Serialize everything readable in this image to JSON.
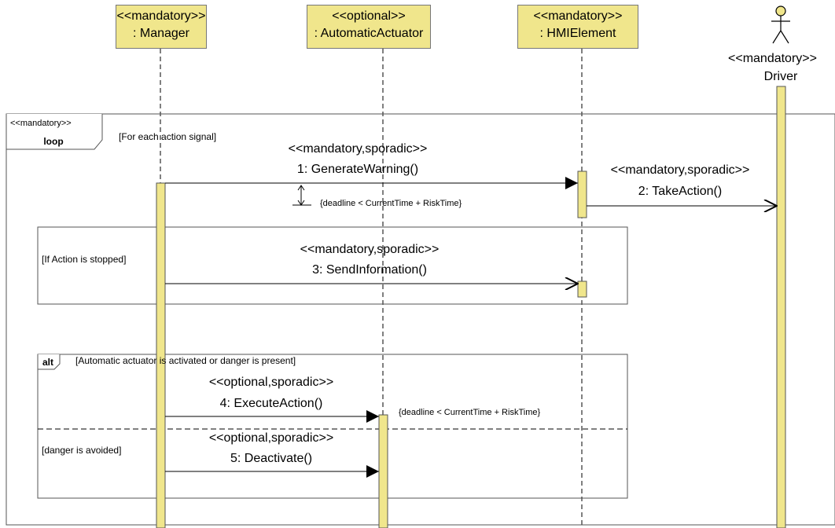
{
  "lifelines": [
    {
      "stereotype": "<<mandatory>>",
      "name": ": Manager"
    },
    {
      "stereotype": "<<optional>>",
      "name": ": AutomaticActuator"
    },
    {
      "stereotype": "<<mandatory>>",
      "name": ": HMIElement"
    }
  ],
  "actor": {
    "stereotype": "<<mandatory>>",
    "name": "Driver"
  },
  "loop_fragment": {
    "stereotype": "<<mandatory>>",
    "operator": "loop",
    "guard": "[For each action signal]"
  },
  "messages": [
    {
      "stereotype": "<<mandatory,sporadic>>",
      "label": "1: GenerateWarning()"
    },
    {
      "stereotype": "<<mandatory,sporadic>>",
      "label": "2: TakeAction()"
    },
    {
      "stereotype": "<<mandatory,sporadic>>",
      "label": "3: SendInformation()"
    },
    {
      "stereotype": "<<optional,sporadic>>",
      "label": "4: ExecuteAction()"
    },
    {
      "stereotype": "<<optional,sporadic>>",
      "label": "5: Deactivate()"
    }
  ],
  "constraints": {
    "warning_deadline": "{deadline < CurrentTime + RiskTime}",
    "execute_deadline": "{deadline < CurrentTime + RiskTime}"
  },
  "opt_fragment": {
    "guard": "[If Action is stopped]"
  },
  "alt_fragment": {
    "operator": "alt",
    "guard1": "[Automatic actuator is activated or danger is present]",
    "guard2": "[danger is avoided]"
  },
  "colors": {
    "head_fill": "#f0e68c",
    "activation_fill": "#f0e68c",
    "line": "#000000",
    "frame": "#555555"
  }
}
